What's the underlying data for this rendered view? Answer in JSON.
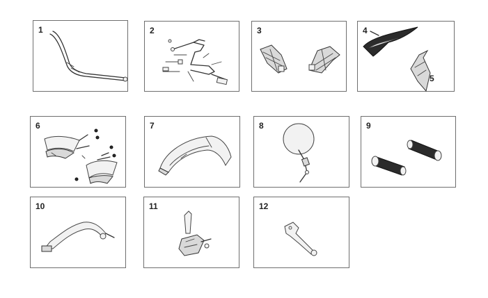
{
  "parts": [
    {
      "number": "1",
      "icon": "handlebar-icon"
    },
    {
      "number": "2",
      "icon": "footpeg-bracket-icon"
    },
    {
      "number": "3",
      "icon": "footpegs-icon"
    },
    {
      "number": "4",
      "icon": "side-panel-icon",
      "second_number": "5"
    },
    {
      "number": "6",
      "icon": "hand-guards-icon"
    },
    {
      "number": "7",
      "icon": "front-fender-icon"
    },
    {
      "number": "8",
      "icon": "mirror-icon"
    },
    {
      "number": "9",
      "icon": "grips-icon"
    },
    {
      "number": "10",
      "icon": "gear-lever-icon"
    },
    {
      "number": "11",
      "icon": "clutch-lever-assembly-icon"
    },
    {
      "number": "12",
      "icon": "brake-lever-icon"
    }
  ],
  "colors": {
    "border": "#6e6e6e",
    "line": "#333333",
    "fill_light": "#d9d9d9",
    "fill_dark": "#2b2b2b"
  }
}
